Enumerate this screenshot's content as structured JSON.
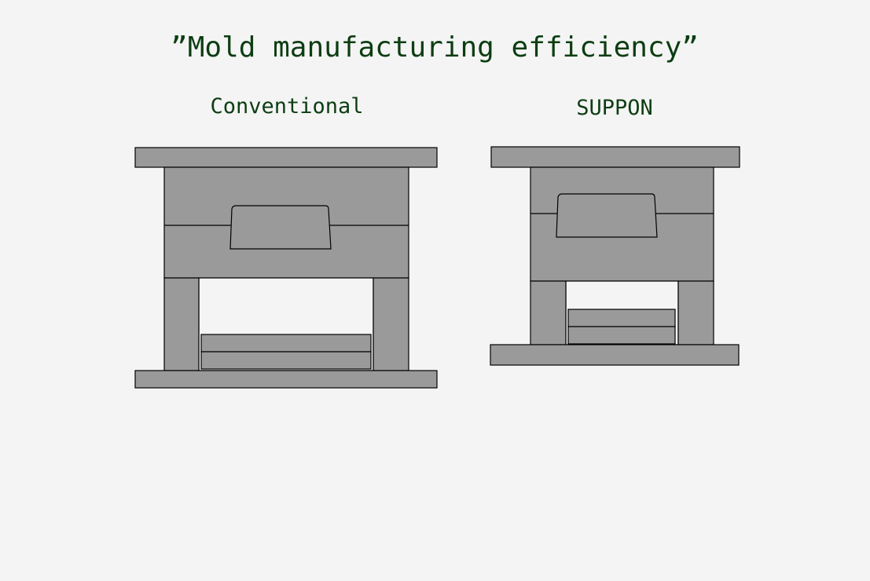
{
  "title": "”Mold manufacturing efficiency”",
  "diagrams": [
    {
      "label": "Conventional"
    },
    {
      "label": "SUPPON"
    }
  ],
  "colors": {
    "mold": "#9a9a9a",
    "text": "#0d3d12",
    "background": "#f4f4f4"
  }
}
